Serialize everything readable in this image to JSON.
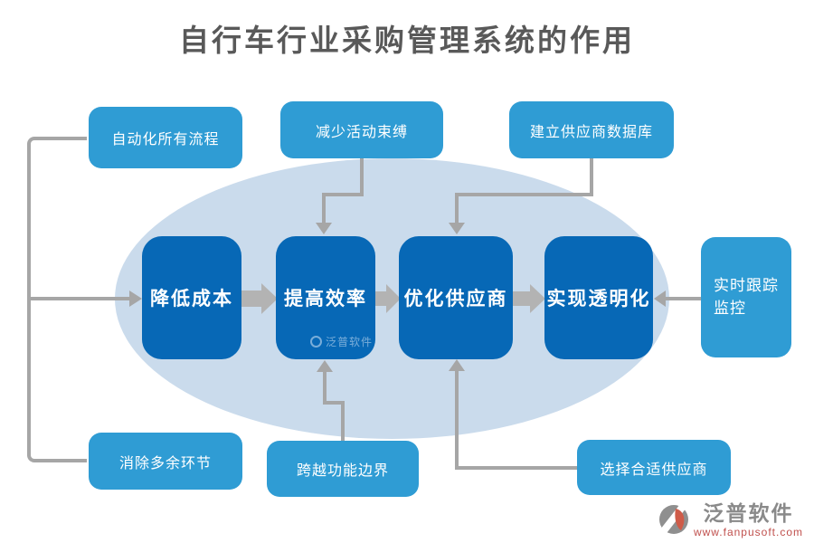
{
  "title": "自行车行业采购管理系统的作用",
  "colors": {
    "outer_node_blue": "#2F9CD4",
    "core_node_blue": "#0768B6",
    "ellipse_blue": "#CADBEC",
    "connector_gray": "#A6A6A6",
    "title_gray": "#595959",
    "logo_url_red": "#C0504D"
  },
  "outer_nodes": {
    "top_left": "自动化所有流程",
    "top_middle": "减少活动束缚",
    "top_right": "建立供应商数据库",
    "bottom_left": "消除多余环节",
    "bottom_middle": "跨越功能边界",
    "bottom_right": "选择合适供应商",
    "right": "实时跟踪监控"
  },
  "core_flow": {
    "step1": "降低成本",
    "step2": "提高效率",
    "step3": "优化供应商",
    "step4": "实现透明化"
  },
  "watermark": "泛普软件",
  "footer_logo": {
    "name": "泛普软件",
    "url": "www.fanpusoft.com"
  }
}
